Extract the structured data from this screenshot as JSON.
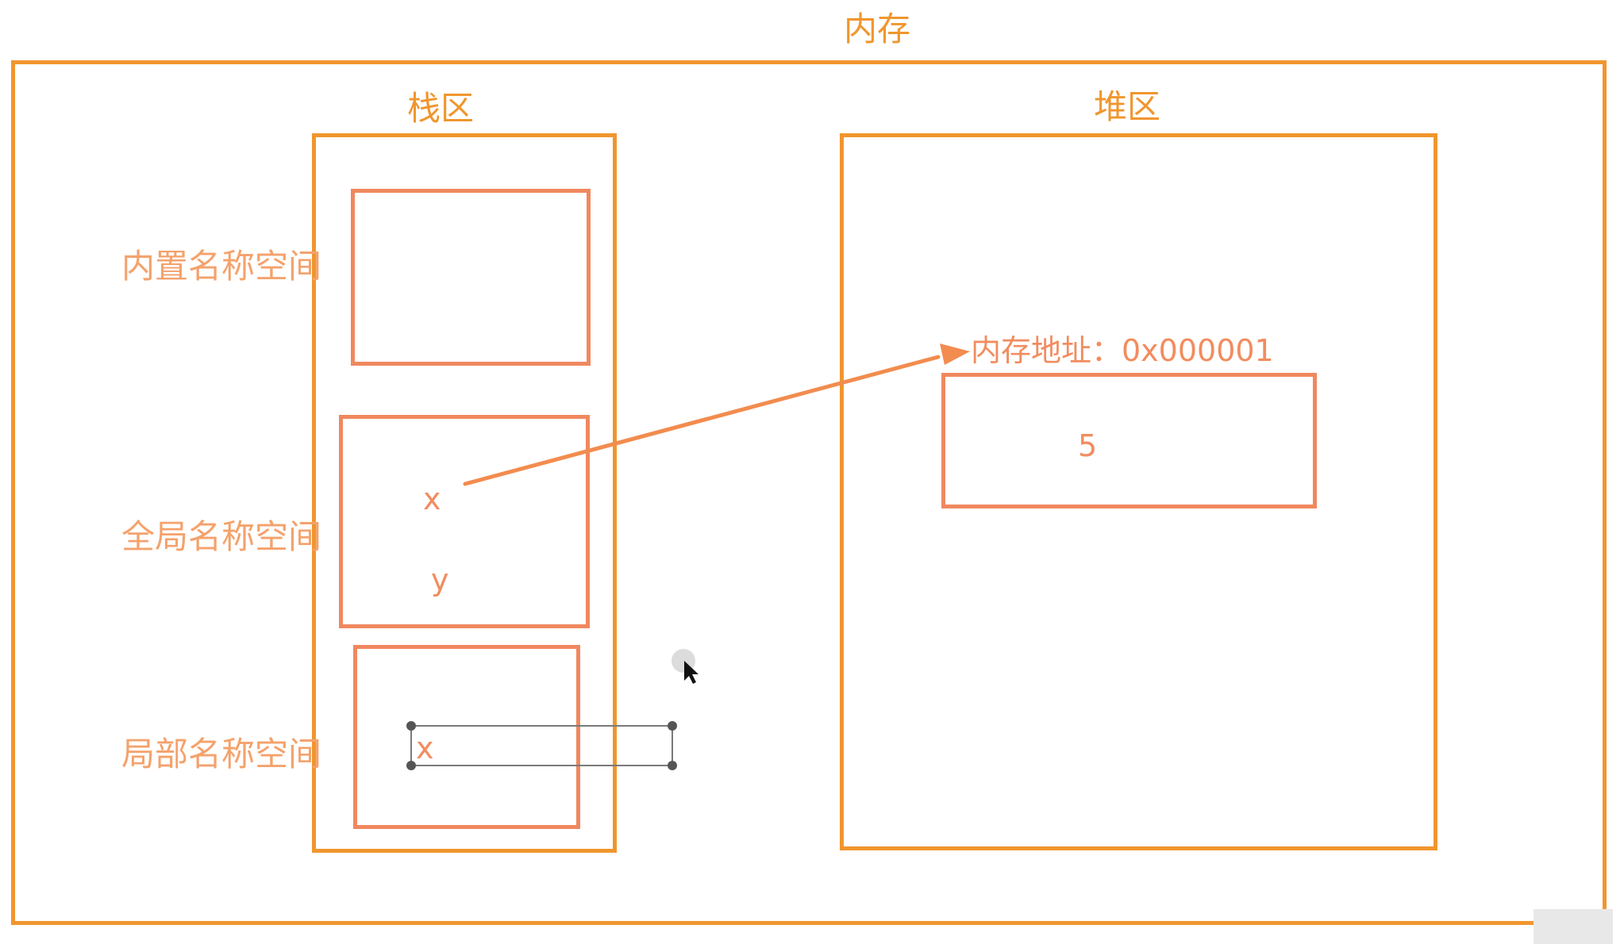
{
  "memory": {
    "label": "内存"
  },
  "stack": {
    "label": "栈区",
    "namespaces": {
      "builtin": {
        "label": "内置名称空间"
      },
      "global": {
        "label": "全局名称空间",
        "vars": [
          "x",
          "y"
        ]
      },
      "local": {
        "label": "局部名称空间",
        "vars": [
          "x"
        ]
      }
    }
  },
  "heap": {
    "label": "堆区",
    "address_label": "内存地址：0x000001",
    "value": "5"
  },
  "colors": {
    "outline": "#f0962e",
    "inner_outline": "#f0885f",
    "arrow": "#f28c4f"
  }
}
